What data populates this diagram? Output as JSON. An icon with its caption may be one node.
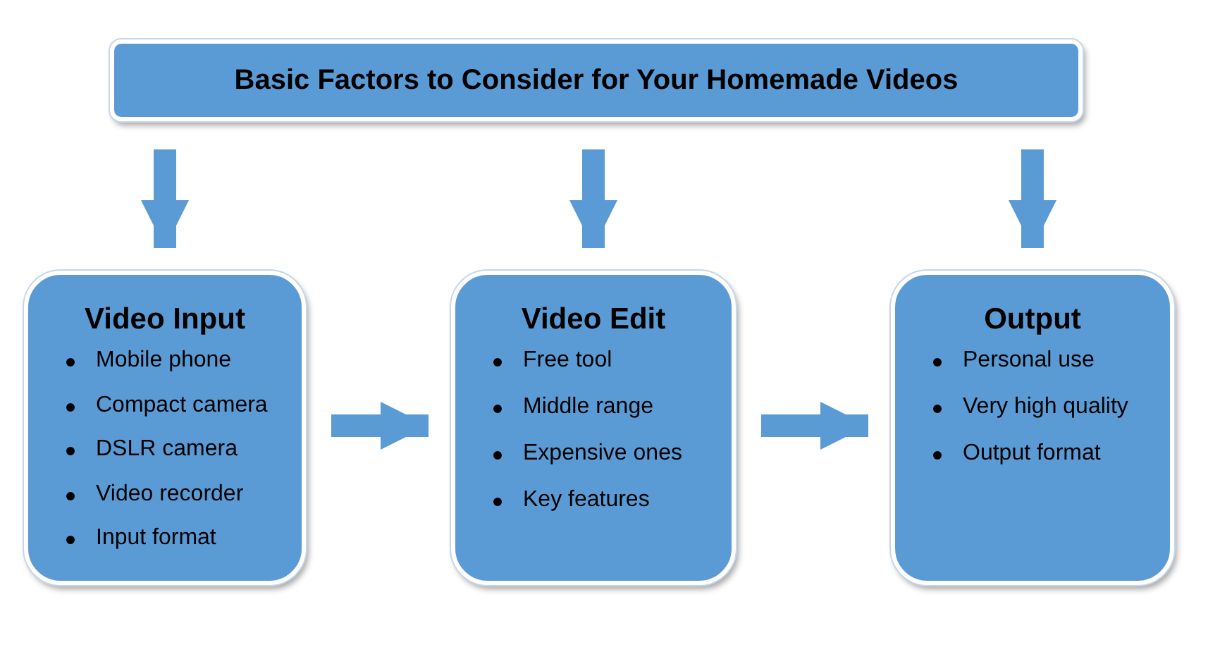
{
  "diagram": {
    "nodes": [
      {
        "text": [
          "Basic Factors to Consider for Your Homemade Videos"
        ]
      },
      {
        "text": [
          "Video Input",
          "Mobile phone",
          "Compact camera",
          "DSLR camera",
          "Video recorder",
          "Input format"
        ]
      },
      {
        "text": [
          "Video Edit",
          "Free tool",
          "Middle range",
          "Expensive ones",
          "Key features"
        ]
      },
      {
        "text": [
          "Output",
          "Personal use",
          "Very high quality",
          "Output format"
        ]
      }
    ],
    "edges": [
      {
        "from": 0,
        "to": 1,
        "arrow": "to"
      },
      {
        "from": 0,
        "to": 2,
        "arrow": "to"
      },
      {
        "from": 0,
        "to": 3,
        "arrow": "to"
      },
      {
        "from": 1,
        "to": 2,
        "arrow": "to"
      },
      {
        "from": 2,
        "to": 3,
        "arrow": "to"
      }
    ]
  }
}
